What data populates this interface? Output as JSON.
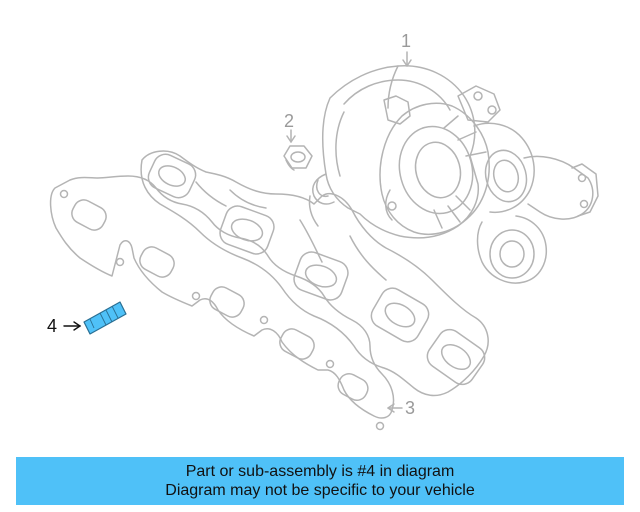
{
  "callouts": {
    "turbocharger": "1",
    "nut": "2",
    "gasket": "3",
    "stud": "4"
  },
  "caption": {
    "line1": "Part or sub-assembly is #4 in diagram",
    "line2": "Diagram may not be specific to your vehicle"
  },
  "colors": {
    "highlight": "#4fc1f8",
    "banner": "#4fc1f8",
    "linework": "#b4b4b4",
    "text": "#111111"
  }
}
